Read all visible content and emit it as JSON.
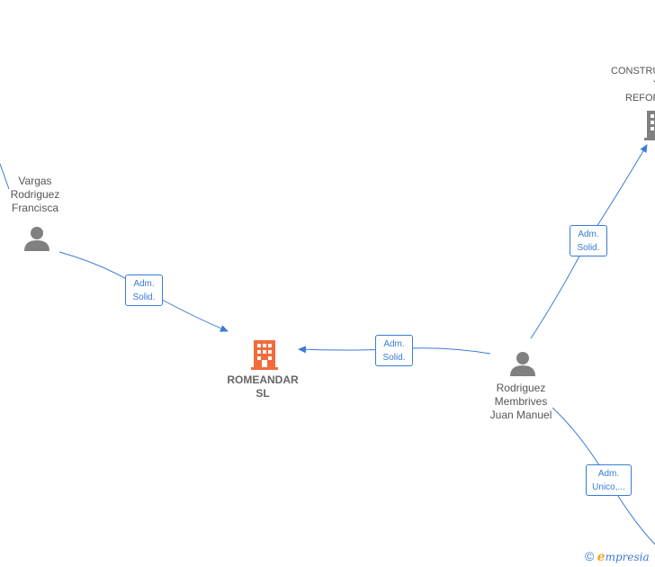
{
  "nodes": {
    "romeandar": {
      "line1": "ROMEANDAR",
      "line2": "SL",
      "color": "#f26c3b"
    },
    "vargas": {
      "line1": "Vargas",
      "line2": "Rodriguez",
      "line3": "Francisca"
    },
    "rodriguez": {
      "line1": "Rodriguez",
      "line2": "Membrives",
      "line3": "Juan Manuel"
    },
    "construcciones": {
      "line1": "CONSTRU",
      "line2": "Y",
      "line3": "REFOR"
    }
  },
  "edges": {
    "vargas_romeandar": {
      "line1": "Adm.",
      "line2": "Solid."
    },
    "rodriguez_romeandar": {
      "line1": "Adm.",
      "line2": "Solid."
    },
    "rodriguez_construcciones": {
      "line1": "Adm.",
      "line2": "Solid."
    },
    "rodriguez_offscreen": {
      "line1": "Adm.",
      "line2": "Unico,..."
    }
  },
  "colors": {
    "edge": "#3a7bd5",
    "person": "#808080",
    "company": "#808080",
    "main_company": "#f26c3b"
  },
  "brand": {
    "copyright": "©",
    "initial": "e",
    "rest": "mpresia"
  }
}
